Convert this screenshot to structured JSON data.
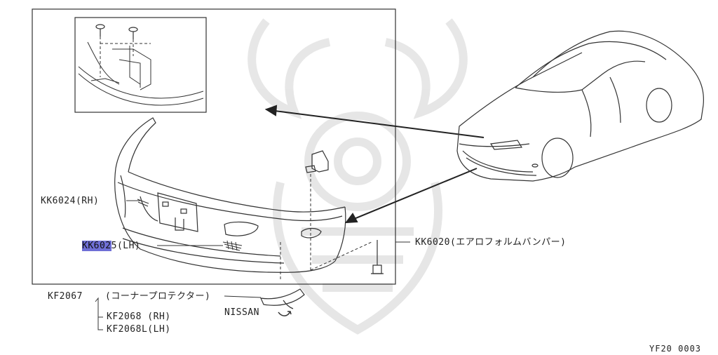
{
  "parts": {
    "kk6024": "KK6024(RH)",
    "kk6025_hl": "KK602",
    "kk6025_rest": "5(LH)",
    "kk6020": "KK6020(エアロフォルムバンパー)",
    "kf2067": "KF2067",
    "kf2067_desc": "(コーナープロテクター)",
    "kf2068": "KF2068 (RH)",
    "kf2068l": "KF2068L(LH)"
  },
  "nissan_label": "NISSAN",
  "diagram_code": "YF20 0003",
  "colors": {
    "highlight": "#6f6fd6",
    "line": "#222222",
    "watermark": "#e6e6e6"
  },
  "icons": {
    "watermark": "samurai-helmet-watermark",
    "clip": "push-clip-icon",
    "screw": "screw-icon"
  }
}
